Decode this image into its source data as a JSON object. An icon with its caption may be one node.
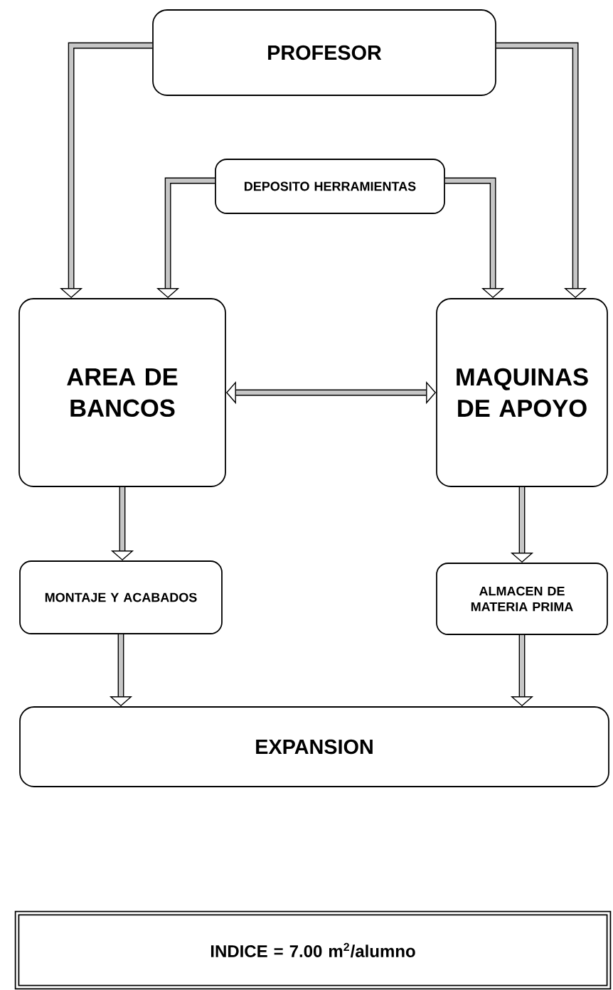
{
  "diagram": {
    "nodes": [
      {
        "text": [
          "PROFESOR"
        ]
      },
      {
        "text": [
          "DEPOSITO HERRAMIENTAS"
        ]
      },
      {
        "text": [
          "AREA DE BANCOS"
        ]
      },
      {
        "text": [
          "MAQUINAS DE APOYO"
        ]
      },
      {
        "text": [
          "MONTAJE Y ACABADOS"
        ]
      },
      {
        "text": [
          "ALMACEN DE MATERIA PRIMA"
        ]
      },
      {
        "text": [
          "EXPANSION"
        ]
      },
      {
        "text": [
          "INDICE = 7.00 m$^{2}$/alumno"
        ]
      }
    ],
    "edges": [
      {
        "from": 0,
        "to": 2,
        "arrow": "to"
      },
      {
        "from": 0,
        "to": 3,
        "arrow": "to"
      },
      {
        "from": 1,
        "to": 2,
        "arrow": "to"
      },
      {
        "from": 1,
        "to": 3,
        "arrow": "to"
      },
      {
        "from": 2,
        "to": 3,
        "arrow": "both"
      },
      {
        "from": 2,
        "to": 4,
        "arrow": "to"
      },
      {
        "from": 3,
        "to": 5,
        "arrow": "to"
      },
      {
        "from": 4,
        "to": 6,
        "arrow": "to"
      },
      {
        "from": 5,
        "to": 6,
        "arrow": "to"
      }
    ]
  }
}
